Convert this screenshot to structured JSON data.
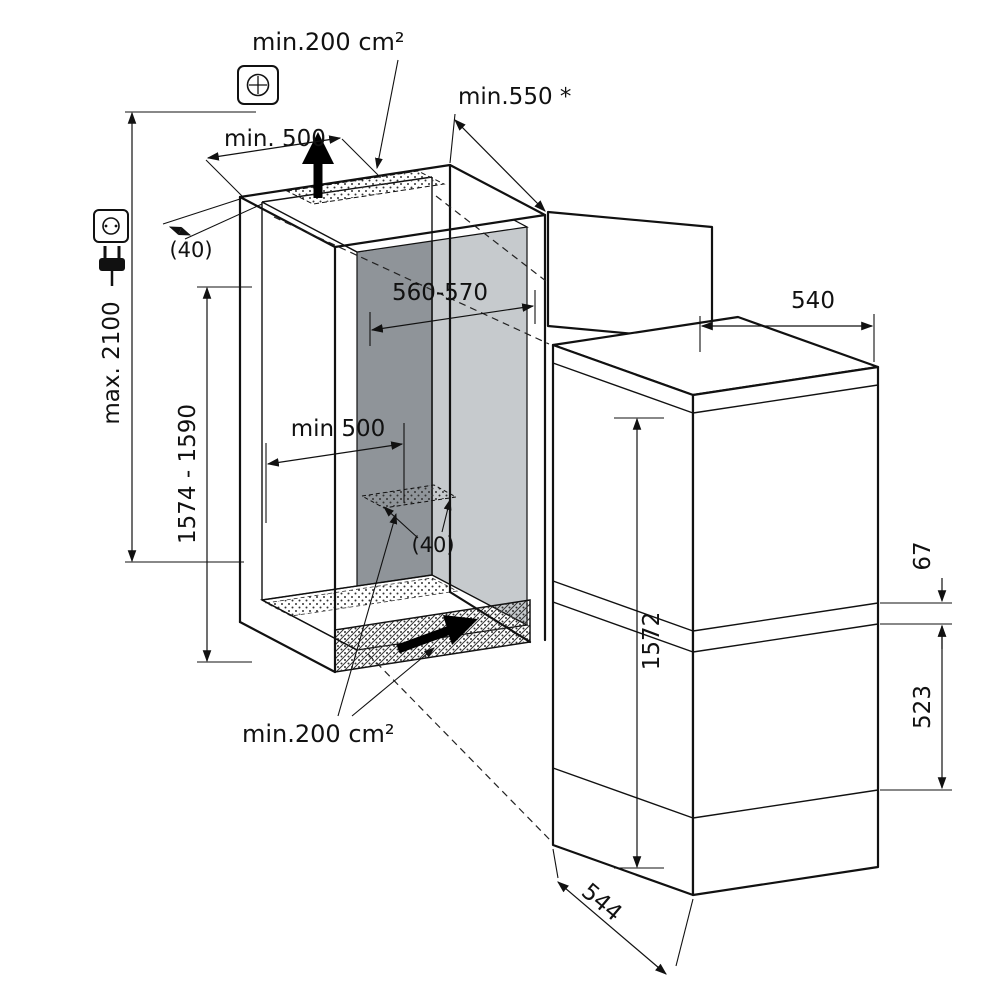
{
  "diagram": {
    "type": "appliance-installation-drawing",
    "labels": {
      "top_vent_area": "min.200 cm²",
      "top_clearance_width": "min. 500",
      "niche_depth": "min.550 *",
      "front_frame_recess_top": "(40)",
      "ceiling_height": "max. 2100",
      "niche_height": "1574 - 1590",
      "niche_interior_width": "560-570",
      "floor_clearance_width": "min 500",
      "floor_vent_recess": "(40)",
      "appliance_width": "540",
      "appliance_height": "1572",
      "door_gap_height": "67",
      "lower_door_height": "523",
      "bottom_vent_area": "min.200 cm²",
      "appliance_depth": "544"
    },
    "symbols": {
      "mounting_box": "junction-box-symbol",
      "socket": "power-socket-symbol",
      "plug": "power-plug-symbol",
      "airflow_top": "air-outlet-arrow",
      "airflow_bottom": "air-inlet-arrow"
    },
    "colors": {
      "line": "#111111",
      "back_wall": "#8f9499",
      "side_wall": "#c6cacd",
      "background": "#ffffff"
    }
  }
}
